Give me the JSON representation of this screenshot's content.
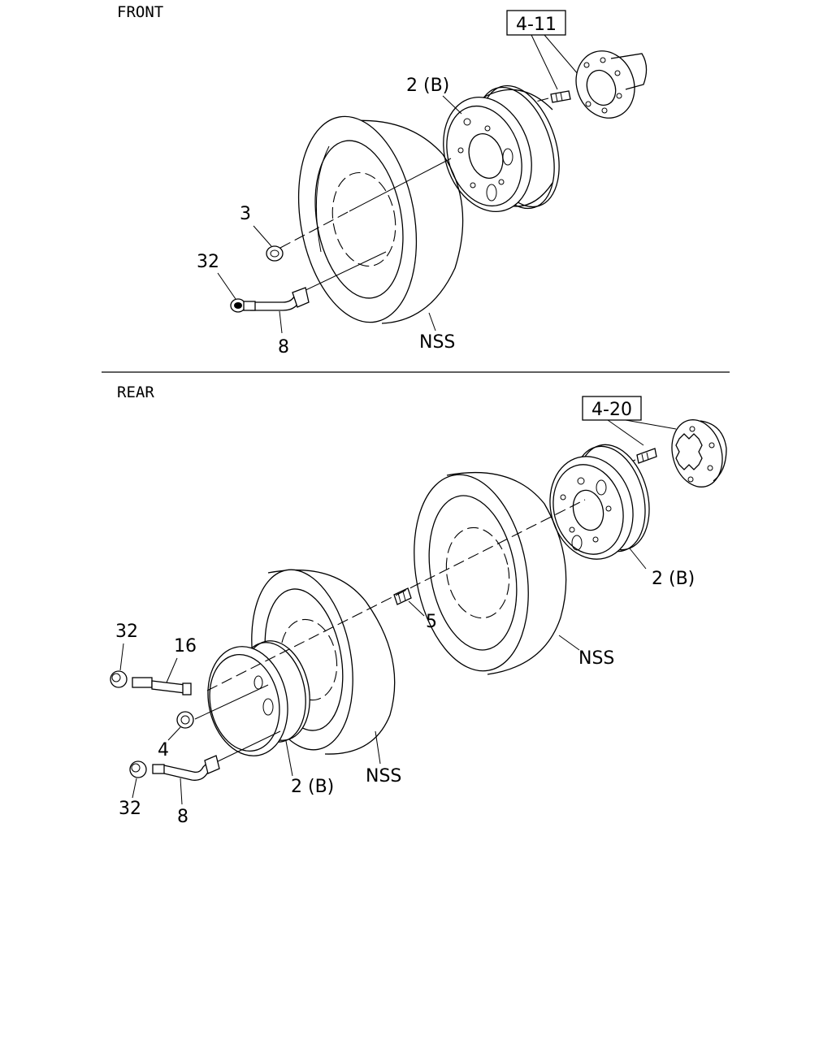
{
  "sections": {
    "front": "FRONT",
    "rear": "REAR"
  },
  "front": {
    "ref_box": "4-11",
    "labels": {
      "wheel": "2 (B)",
      "nut": "3",
      "cap": "32",
      "valve": "8",
      "tire": "NSS"
    }
  },
  "rear": {
    "ref_box": "4-20",
    "labels": {
      "outer_wheel": "2 (B)",
      "spacer": "5",
      "outer_tire": "NSS",
      "cap_upper": "32",
      "extension": "16",
      "nut": "4",
      "inner_wheel": "2 (B)",
      "inner_tire": "NSS",
      "cap_lower": "32",
      "valve": "8"
    }
  }
}
